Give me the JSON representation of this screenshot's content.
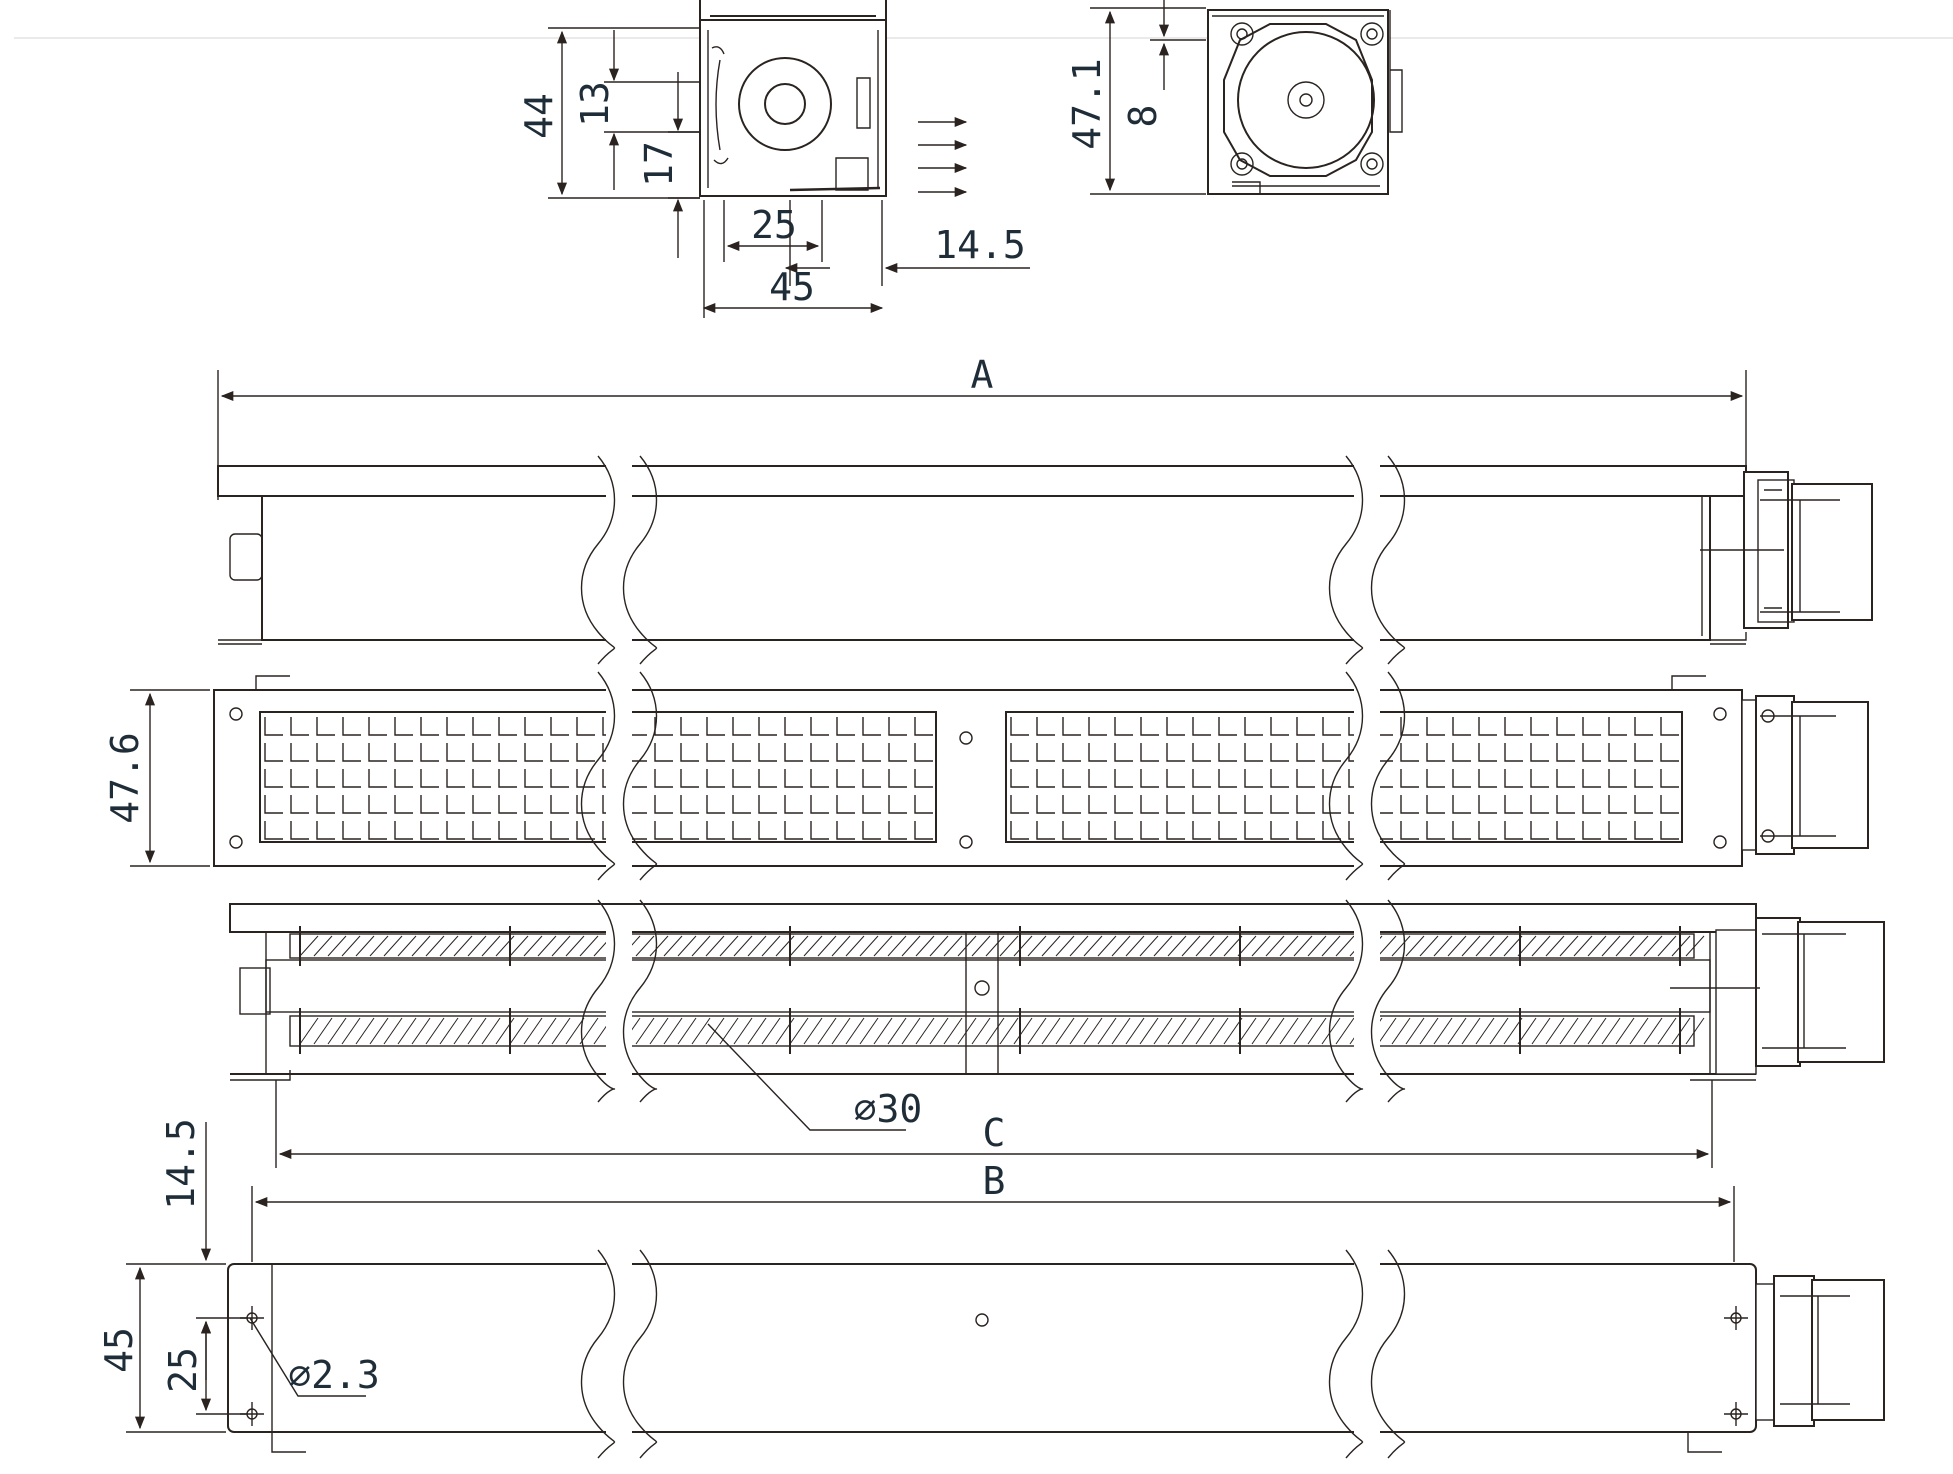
{
  "colors": {
    "line": "#2a2320",
    "text": "#1f2d38",
    "background": "#ffffff"
  },
  "labels": {
    "end_view": {
      "h44": "44",
      "h13": "13",
      "h17": "17",
      "w25": "25",
      "w45": "45",
      "w14_5": "14.5"
    },
    "motor_view": {
      "h47_1": "47.1",
      "h8": "8"
    },
    "side_view": {
      "length_a": "A"
    },
    "grille_view": {
      "h47_6": "47.6"
    },
    "impeller_view": {
      "dia30": "⌀30",
      "length_c": "C"
    },
    "bottom_view": {
      "length_b": "B",
      "h14_5": "14.5",
      "h45": "45",
      "h25": "25",
      "dia2_3": "⌀2.3"
    }
  }
}
